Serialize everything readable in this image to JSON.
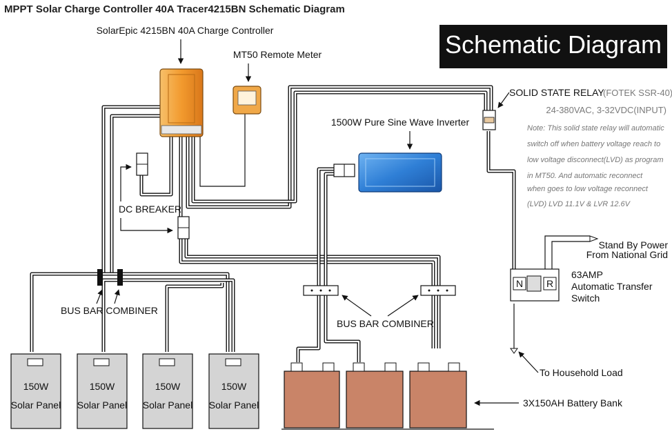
{
  "title": "MPPT Solar Charge Controller 40A Tracer4215BN Schematic Diagram",
  "badge": "Schematic Diagram",
  "labels": {
    "controller": "SolarEpic 4215BN 40A Charge Controller",
    "meter": "MT50 Remote Meter",
    "inverter": "1500W Pure Sine Wave Inverter",
    "dc_breaker": "DC BREAKER",
    "bus_bar_left": "BUS BAR COMBINER",
    "bus_bar_right": "BUS BAR COMBINER",
    "relay": "SOLID STATE RELAY",
    "relay_model": "(FOTEK SSR-40)",
    "relay_spec": "24-380VAC, 3-32VDC(INPUT)",
    "note_lines": [
      "Note: This solid state relay will automatic",
      "switch off when battery voltage reach to",
      "low voltage disconnect(LVD) as program",
      "in MT50. And automatic reconnect",
      "when goes to low voltage reconnect",
      "(LVD)   LVD 11.1V & LVR 12.6V"
    ],
    "standby_line1": "Stand By Power",
    "standby_line2": "From National Grid",
    "ats_line1": "63AMP",
    "ats_line2": "Automatic Transfer",
    "ats_line3": "Switch",
    "ats_n": "N",
    "ats_r": "R",
    "household": "To Household Load",
    "battery_bank": "3X150AH Battery Bank"
  },
  "panels": [
    {
      "watt": "150W",
      "name": "Solar Panel"
    },
    {
      "watt": "150W",
      "name": "Solar Panel"
    },
    {
      "watt": "150W",
      "name": "Solar Panel"
    },
    {
      "watt": "150W",
      "name": "Solar Panel"
    }
  ],
  "colors": {
    "controller": "#f2a23a",
    "inverter": "#2f7fd6",
    "battery": "#c98468",
    "meter": "#f0a848",
    "panel": "#d4d4d4",
    "badge": "#111111"
  }
}
